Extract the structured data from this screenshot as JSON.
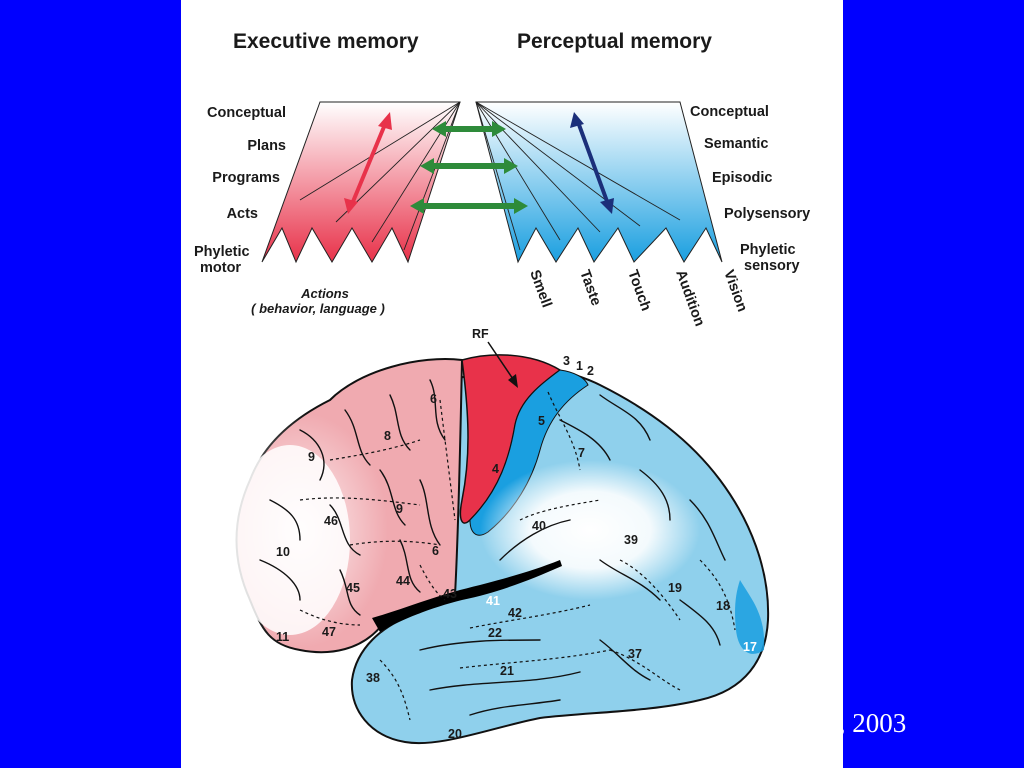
{
  "headers": {
    "executive": "Executive memory",
    "perceptual": "Perceptual memory"
  },
  "executive_levels": [
    "Conceptual",
    "Plans",
    "Programs",
    "Acts",
    "Phyletic",
    "motor"
  ],
  "perceptual_levels": [
    "Conceptual",
    "Semantic",
    "Episodic",
    "Polysensory",
    "Phyletic",
    "sensory"
  ],
  "senses": [
    "Smell",
    "Taste",
    "Touch",
    "Audition",
    "Vision"
  ],
  "actions": {
    "line1": "Actions",
    "line2": "( behavior, language )"
  },
  "brain_labels": {
    "rf": "RF",
    "a9a": "9",
    "a8": "8",
    "a6a": "6",
    "a4": "4",
    "a3": "3",
    "a1": "1",
    "a2": "2",
    "a5": "5",
    "a7": "7",
    "a46": "46",
    "a9b": "9",
    "a10": "10",
    "a6b": "6",
    "a44": "44",
    "a45": "45",
    "a43": "43",
    "a40": "40",
    "a39": "39",
    "a41": "41",
    "a42": "42",
    "a22": "22",
    "a19": "19",
    "a18": "18",
    "a17": "17",
    "a47": "47",
    "a11": "11",
    "a21": "21",
    "a37": "37",
    "a38": "38",
    "a20": "20"
  },
  "citation": "., 2003",
  "colors": {
    "background": "#0000ff",
    "panel": "#ffffff",
    "executive_red": "#e8324a",
    "perceptual_blue": "#1a9fe0",
    "brain_blue": "#8fd0ec",
    "brain_pink": "#f0aab0",
    "motor_red": "#e8324a",
    "arrow_green": "#2e8b3a",
    "arrow_red": "#e8324a",
    "arrow_navy": "#1b2f7a"
  }
}
